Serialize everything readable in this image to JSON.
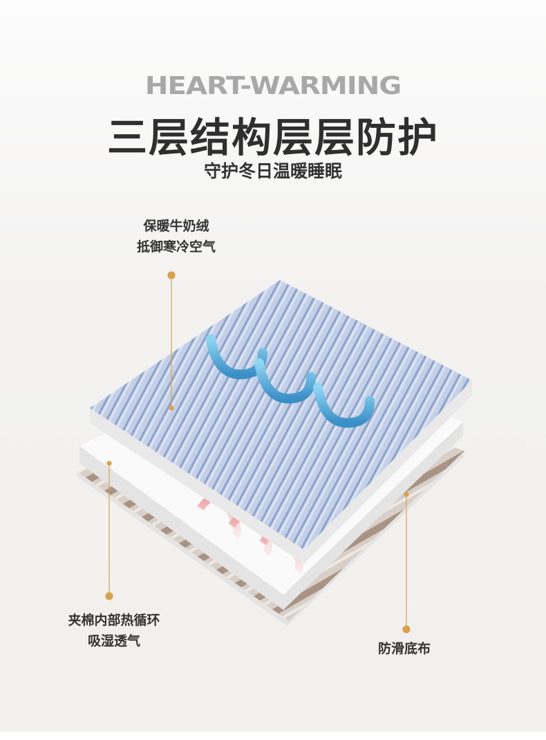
{
  "header": {
    "english_title": "HEART-WARMING",
    "title": "三层结构层层防护",
    "subtitle": "守护冬日温暖睡眠"
  },
  "layers": {
    "top": {
      "line1": "保暖牛奶绒",
      "line2": "抵御寒冷空气"
    },
    "middle": {
      "line1": "夹棉内部热循环",
      "line2": "吸湿透气"
    },
    "bottom": {
      "line1": "防滑底布"
    }
  },
  "colors": {
    "accent": "#d9a24a",
    "cold_arrow": "#5bb8e3",
    "warm_arrow": "#e89090",
    "fleece": "#b9c8e2"
  }
}
